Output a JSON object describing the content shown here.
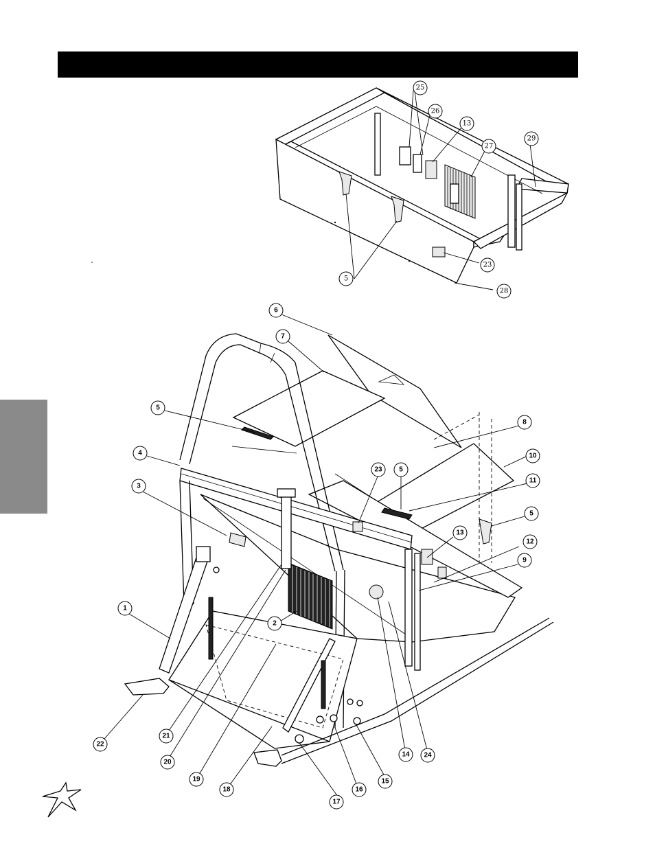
{
  "top_callouts": [
    "25",
    "26",
    "13",
    "27",
    "29",
    "23",
    "5",
    "28"
  ],
  "bottom_callouts": [
    "6",
    "7",
    "5",
    "8",
    "10",
    "4",
    "23",
    "5",
    "11",
    "3",
    "5",
    "13",
    "12",
    "9",
    "1",
    "2",
    "22",
    "21",
    "20",
    "19",
    "18",
    "17",
    "16",
    "15",
    "14",
    "24"
  ]
}
